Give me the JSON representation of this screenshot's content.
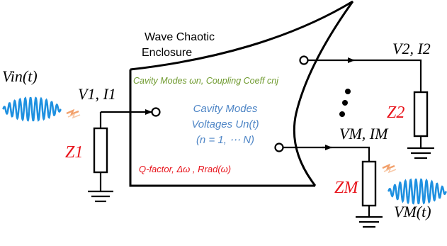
{
  "enclosure": {
    "title_line1": "Wave Chaotic",
    "title_line2": "Enclosure"
  },
  "cavity_modes_coupling": "Cavity Modes ωn, Coupling Coeff cnj",
  "cavity_voltages": {
    "line1": "Cavity Modes",
    "line2": "Voltages Un(t)",
    "line3": "(n = 1, ⋯ N)"
  },
  "qfactor_label": "Q-factor, Δω , Rrad(ω)",
  "port1": {
    "vi": "V1, I1",
    "z": "Z1",
    "source": "Vin(t)"
  },
  "port2": {
    "vi": "V2, I2",
    "z": "Z2"
  },
  "portM": {
    "vi": "VM, IM",
    "z": "ZM",
    "output": "VM(t)"
  },
  "ellipsis": "⋮",
  "colors": {
    "green": "#6f9a2e",
    "blue": "#4f86c6",
    "red": "#e8141c",
    "wave": "#1e90e0"
  }
}
